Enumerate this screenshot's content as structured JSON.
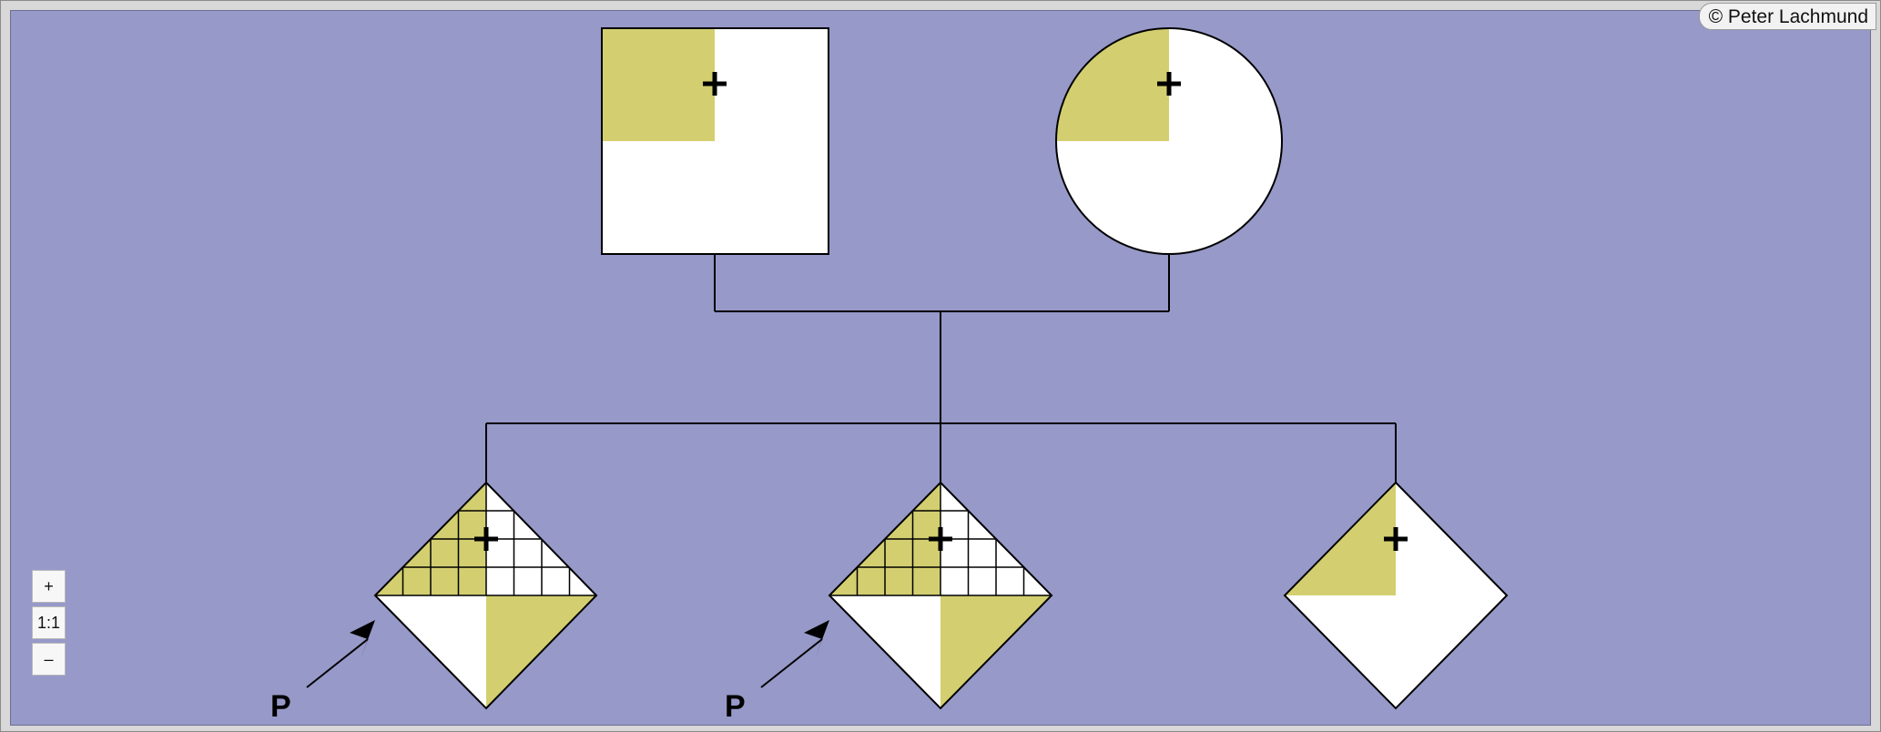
{
  "copyright": "© Peter Lachmund",
  "zoom": {
    "in_label": "+",
    "reset_label": "1:1",
    "out_label": "–"
  },
  "colors": {
    "background": "#9799c9",
    "affected_fill": "#d3cf70",
    "unaffected_fill": "#ffffff",
    "line": "#000000"
  },
  "pedigree": {
    "generation_1": [
      {
        "id": "father",
        "shape": "square",
        "quadrant_shaded": "top-left",
        "marker": "+"
      },
      {
        "id": "mother",
        "shape": "circle",
        "quadrant_shaded": "top-left",
        "marker": "+"
      }
    ],
    "generation_2": [
      {
        "id": "child-1",
        "shape": "diamond",
        "marker": "+",
        "proband": true,
        "proband_label": "P",
        "grid_pattern": true
      },
      {
        "id": "child-2",
        "shape": "diamond",
        "marker": "+",
        "proband": true,
        "proband_label": "P",
        "grid_pattern": true
      },
      {
        "id": "child-3",
        "shape": "diamond",
        "marker": "+",
        "proband": false,
        "proband_label": "",
        "grid_pattern": false
      }
    ]
  }
}
